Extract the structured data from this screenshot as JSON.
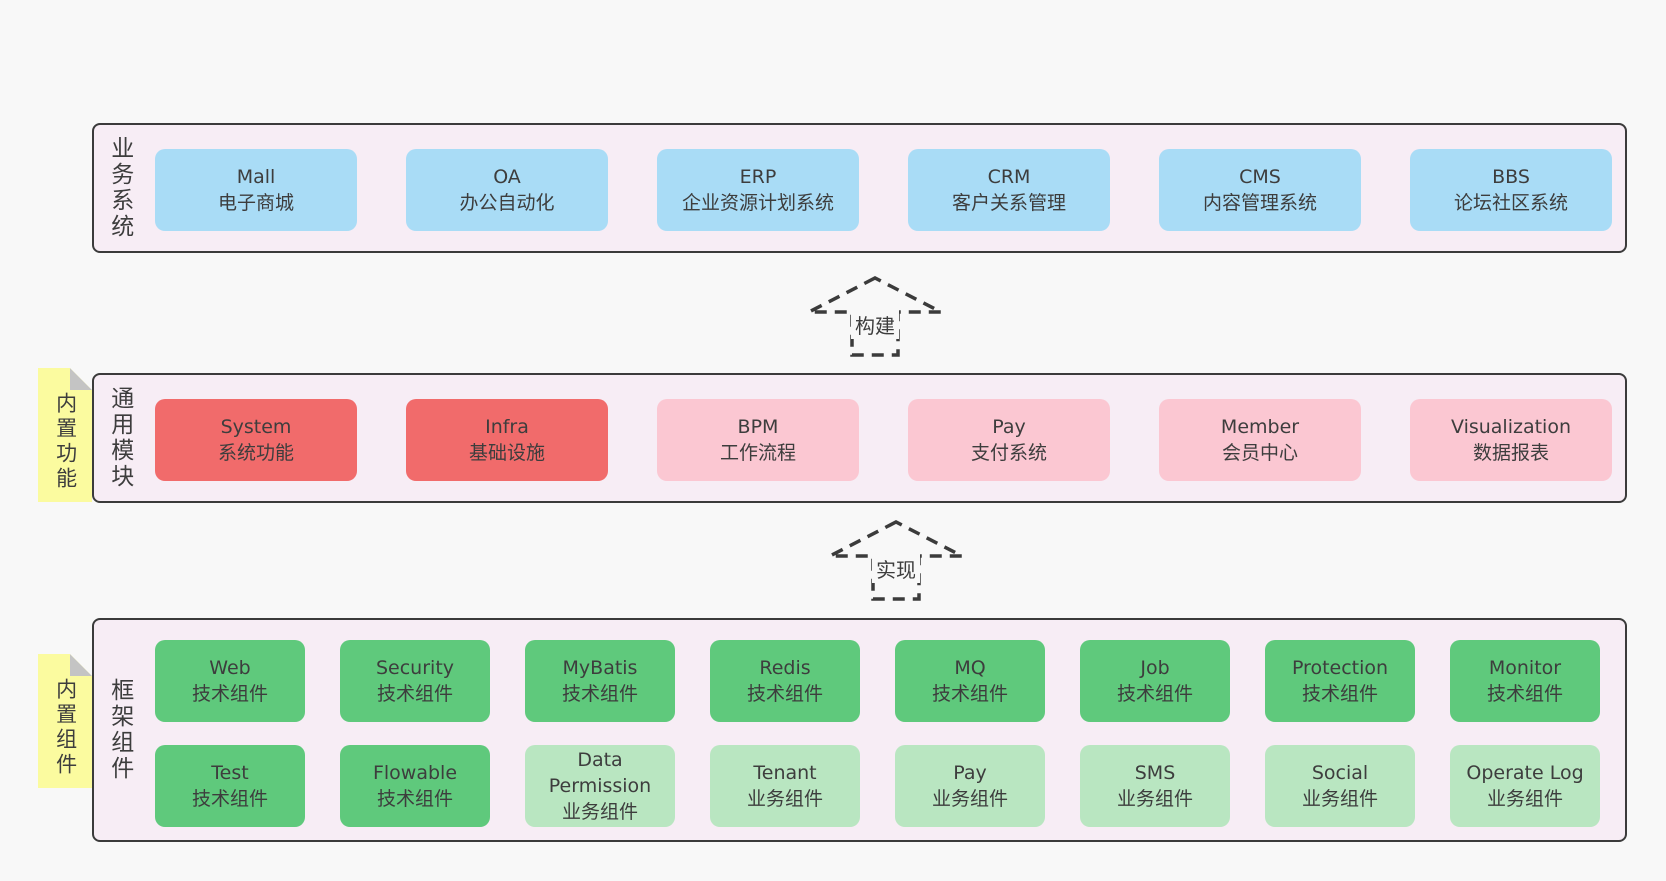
{
  "colors": {
    "page_bg": "#f8f8f8",
    "section_bg": "#f7edf5",
    "border": "#3b3b3b",
    "text": "#3d3d3d",
    "blue": "#a9dcf6",
    "red": "#f16b6b",
    "pink": "#fbc7d2",
    "green": "#5fc97c",
    "green_light": "#b9e6c1",
    "yellow": "#fbfb9f",
    "fold": "#c4c4c4"
  },
  "sections": {
    "business": {
      "label": "业务系统",
      "boxes": [
        {
          "title": "Mall",
          "subtitle": "电子商城"
        },
        {
          "title": "OA",
          "subtitle": "办公自动化"
        },
        {
          "title": "ERP",
          "subtitle": "企业资源计划系统"
        },
        {
          "title": "CRM",
          "subtitle": "客户关系管理"
        },
        {
          "title": "CMS",
          "subtitle": "内容管理系统"
        },
        {
          "title": "BBS",
          "subtitle": "论坛社区系统"
        }
      ]
    },
    "modules": {
      "label": "通用模块",
      "sticky": "内置功能",
      "boxes": [
        {
          "title": "System",
          "subtitle": "系统功能"
        },
        {
          "title": "Infra",
          "subtitle": "基础设施"
        },
        {
          "title": "BPM",
          "subtitle": "工作流程"
        },
        {
          "title": "Pay",
          "subtitle": "支付系统"
        },
        {
          "title": "Member",
          "subtitle": "会员中心"
        },
        {
          "title": "Visualization",
          "subtitle": "数据报表"
        }
      ]
    },
    "components": {
      "label": "框架组件",
      "sticky": "内置组件",
      "rows": [
        [
          {
            "title": "Web",
            "subtitle": "技术组件"
          },
          {
            "title": "Security",
            "subtitle": "技术组件"
          },
          {
            "title": "MyBatis",
            "subtitle": "技术组件"
          },
          {
            "title": "Redis",
            "subtitle": "技术组件"
          },
          {
            "title": "MQ",
            "subtitle": "技术组件"
          },
          {
            "title": "Job",
            "subtitle": "技术组件"
          },
          {
            "title": "Protection",
            "subtitle": "技术组件"
          },
          {
            "title": "Monitor",
            "subtitle": "技术组件"
          }
        ],
        [
          {
            "title": "Test",
            "subtitle": "技术组件"
          },
          {
            "title": "Flowable",
            "subtitle": "技术组件"
          },
          {
            "title": "Data Permission",
            "subtitle": "业务组件"
          },
          {
            "title": "Tenant",
            "subtitle": "业务组件"
          },
          {
            "title": "Pay",
            "subtitle": "业务组件"
          },
          {
            "title": "SMS",
            "subtitle": "业务组件"
          },
          {
            "title": "Social",
            "subtitle": "业务组件"
          },
          {
            "title": "Operate Log",
            "subtitle": "业务组件"
          }
        ]
      ]
    }
  },
  "arrows": [
    {
      "label": "构建"
    },
    {
      "label": "实现"
    }
  ]
}
